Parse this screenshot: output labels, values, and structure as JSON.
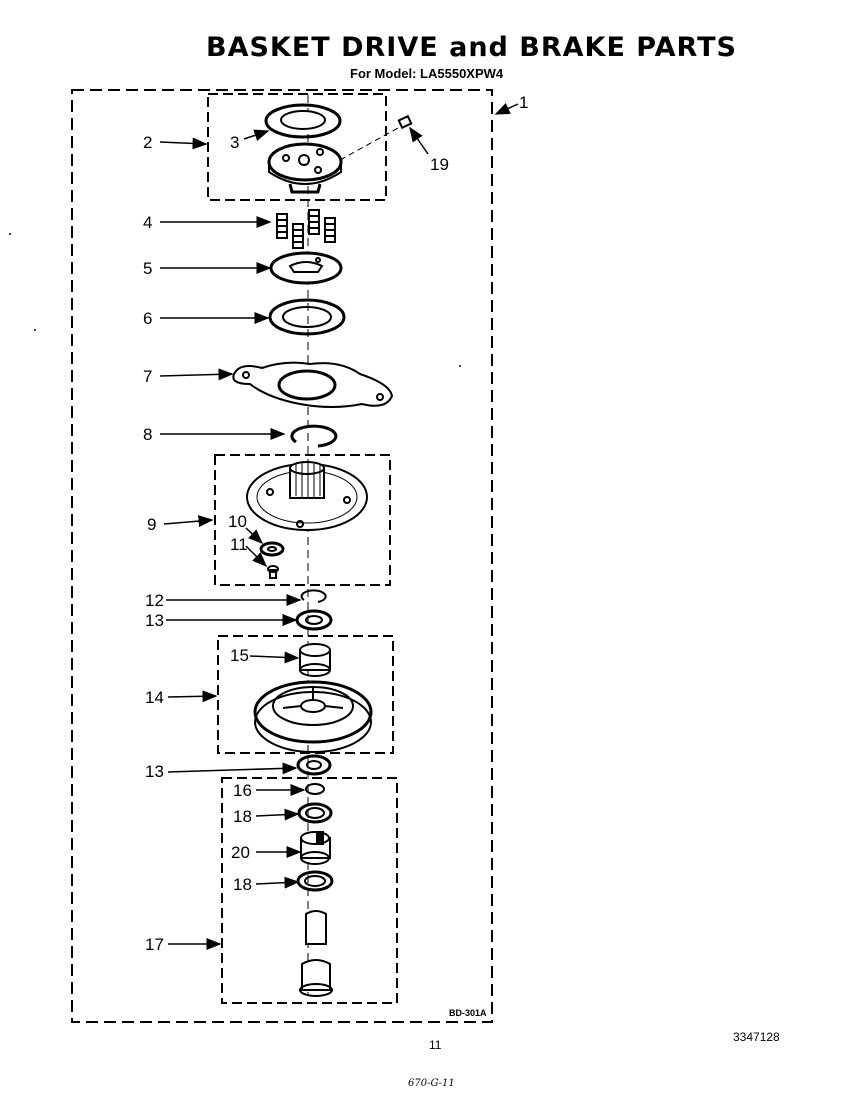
{
  "header": {
    "title": "BASKET DRIVE and BRAKE PARTS",
    "subtitle": "For Model: LA5550XPW4"
  },
  "callouts": {
    "c1": "1",
    "c2": "2",
    "c3": "3",
    "c4": "4",
    "c5": "5",
    "c6": "6",
    "c7": "7",
    "c8": "8",
    "c9": "9",
    "c10": "10",
    "c11": "11",
    "c12": "12",
    "c13a": "13",
    "c13b": "13",
    "c14": "14",
    "c15": "15",
    "c16": "16",
    "c17": "17",
    "c18a": "18",
    "c18b": "18",
    "c19": "19",
    "c20": "20"
  },
  "diagram_code": "BD-301A",
  "footer": {
    "page_number": "11",
    "document_number": "3347128",
    "handwritten_note": "670-G-11"
  }
}
